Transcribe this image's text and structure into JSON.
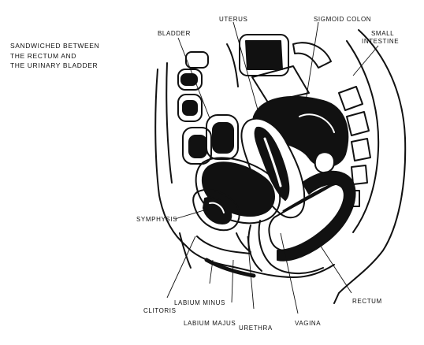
{
  "title_lines": [
    "SANDWICHED BETWEEN",
    "THE RECTUM AND",
    "THE URINARY BLADDER"
  ],
  "labels": {
    "uterus": "UTERUS",
    "sigmoid_colon": "SIGMOID COLON",
    "bladder": "BLADDER",
    "small_intestine_1": "SMALL",
    "small_intestine_2": "INTESTINE",
    "symphysis": "SYMPHYSIS",
    "clitoris": "CLITORIS",
    "labium_minus": "LABIUM MINUS",
    "labium_majus": "LABIUM MAJUS",
    "urethra": "URETHRA",
    "vagina": "VAGINA",
    "rectum": "RECTUM"
  },
  "colors": {
    "ink": "#111111",
    "paper": "#ffffff"
  }
}
